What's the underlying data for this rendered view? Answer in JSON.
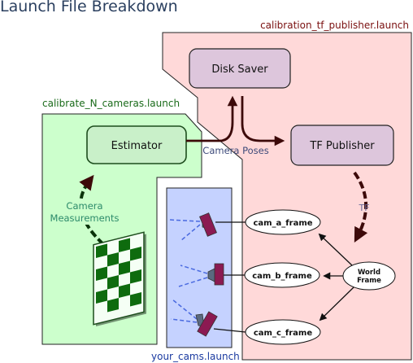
{
  "title": "Launch File Breakdown",
  "launch_files": {
    "calibration_tf_publisher": "calibration_tf_publisher.launch",
    "calibrate_n_cameras": "calibrate_N_cameras.launch",
    "your_cams": "your_cams.launch"
  },
  "nodes": {
    "disk_saver": "Disk Saver",
    "estimator": "Estimator",
    "tf_publisher": "TF Publisher",
    "cam_a": "cam_a_frame",
    "cam_b": "cam_b_frame",
    "cam_c": "cam_c_frame",
    "world_frame_line1": "World",
    "world_frame_line2": "Frame"
  },
  "edge_labels": {
    "camera_poses": "Camera Poses",
    "tf": "TF",
    "camera_measurements_line1": "Camera",
    "camera_measurements_line2": "Measurements"
  },
  "colors": {
    "calibration_region": "#ffd9d9",
    "calibrate_region": "#ccffcc",
    "cams_region": "#c5d2ff",
    "node_purple": "#ddc6dc",
    "node_green": "#c9f0c9",
    "dark_arrow": "#3d0a0a",
    "green_arrow": "#0a330a",
    "camera_body": "#8b1a52"
  }
}
